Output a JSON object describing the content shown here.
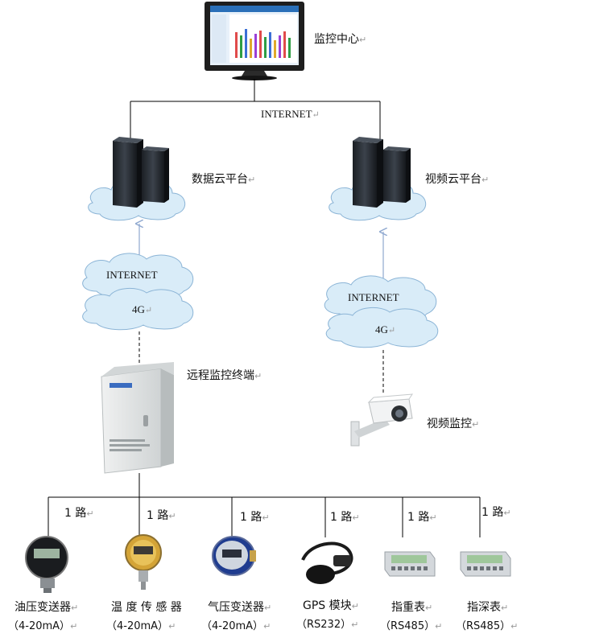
{
  "nodes": {
    "monitor_center": "监控中心",
    "data_cloud": "数据云平台",
    "video_cloud": "视频云平台",
    "terminal": "远程监控终端",
    "video_monitor": "视频监控"
  },
  "network": {
    "top_internet": "INTERNET",
    "left_internet": "INTERNET",
    "left_4g": "4G",
    "right_internet": "INTERNET",
    "right_4g": "4G"
  },
  "channel_label": "1 路",
  "devices": [
    {
      "name": "油压变送器",
      "sub": "（4-20mA）"
    },
    {
      "name": "温 度 传 感 器",
      "sub": "（4-20mA）"
    },
    {
      "name": "气压变送器",
      "sub": "（4-20mA）"
    },
    {
      "name": "GPS 模块",
      "sub": "（RS232）"
    },
    {
      "name": "指重表",
      "sub": "（RS485）"
    },
    {
      "name": "指深表",
      "sub": "（RS485）"
    }
  ],
  "colors": {
    "line": "#000000",
    "arrow": "#8fa8cf",
    "cloud_fill": "#d9ecf8",
    "cloud_stroke": "#8bb4d6",
    "server": "#2a2f36",
    "cabinet": "#e4e6e6"
  }
}
